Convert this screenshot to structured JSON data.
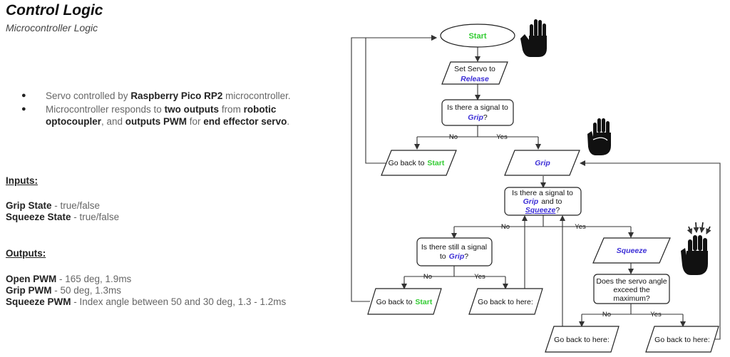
{
  "slide": {
    "title": "Control Logic",
    "subtitle": "Microcontroller Logic"
  },
  "bullets": [
    {
      "parts": [
        {
          "t": "Servo controlled by ",
          "b": false
        },
        {
          "t": "Raspberry Pico RP2",
          "b": true
        },
        {
          "t": " microcontroller.",
          "b": false
        }
      ]
    },
    {
      "parts": [
        {
          "t": "Microcontroller responds to ",
          "b": false
        },
        {
          "t": "two outputs",
          "b": true
        },
        {
          "t": " from ",
          "b": false
        },
        {
          "t": "robotic optocoupler",
          "b": true
        },
        {
          "t": ", and ",
          "b": false
        },
        {
          "t": "outputs PWM",
          "b": true
        },
        {
          "t": " for ",
          "b": false
        },
        {
          "t": "end effector servo",
          "b": true
        },
        {
          "t": ".",
          "b": false
        }
      ]
    }
  ],
  "inputs": {
    "heading": "Inputs:",
    "items": [
      {
        "name": "Grip State",
        "desc": " - true/false"
      },
      {
        "name": "Squeeze State",
        "desc": " - true/false"
      }
    ]
  },
  "outputs": {
    "heading": "Outputs:",
    "items": [
      {
        "name": "Open PWM",
        "desc": " - 165 deg, 1.9ms"
      },
      {
        "name": "Grip PWM",
        "desc": " - 50 deg, 1.3ms"
      },
      {
        "name": "Squeeze PWM",
        "desc": " - Index angle between 50 and 30 deg, 1.3 - 1.2ms"
      }
    ]
  },
  "flowchart": {
    "start": "Start",
    "set_servo": "Set Servo to",
    "release": "Release",
    "q1_line1": "Is there a signal to",
    "q1_grip": "Grip",
    "q_mark": "?",
    "no": "No",
    "yes": "Yes",
    "goto_start": "Go back to",
    "start_word": "Start",
    "grip": "Grip",
    "q2_line1": "Is there a signal to",
    "q2_and": "and to",
    "q2_squeeze": "Squeeze",
    "q3_line1": "Is there still a signal",
    "q3_to": "to",
    "goto_here": "Go back to here:",
    "squeeze": "Squeeze",
    "q4_line1": "Does the servo angle",
    "q4_line2": "exceed the",
    "q4_line3": "maximum?"
  },
  "colors": {
    "start_green": "#33cc33",
    "keyword_blue": "#3b2dd6",
    "line": "#333333"
  },
  "icons": [
    "open-hand-icon",
    "closed-fist-icon",
    "squeezing-fist-icon"
  ]
}
